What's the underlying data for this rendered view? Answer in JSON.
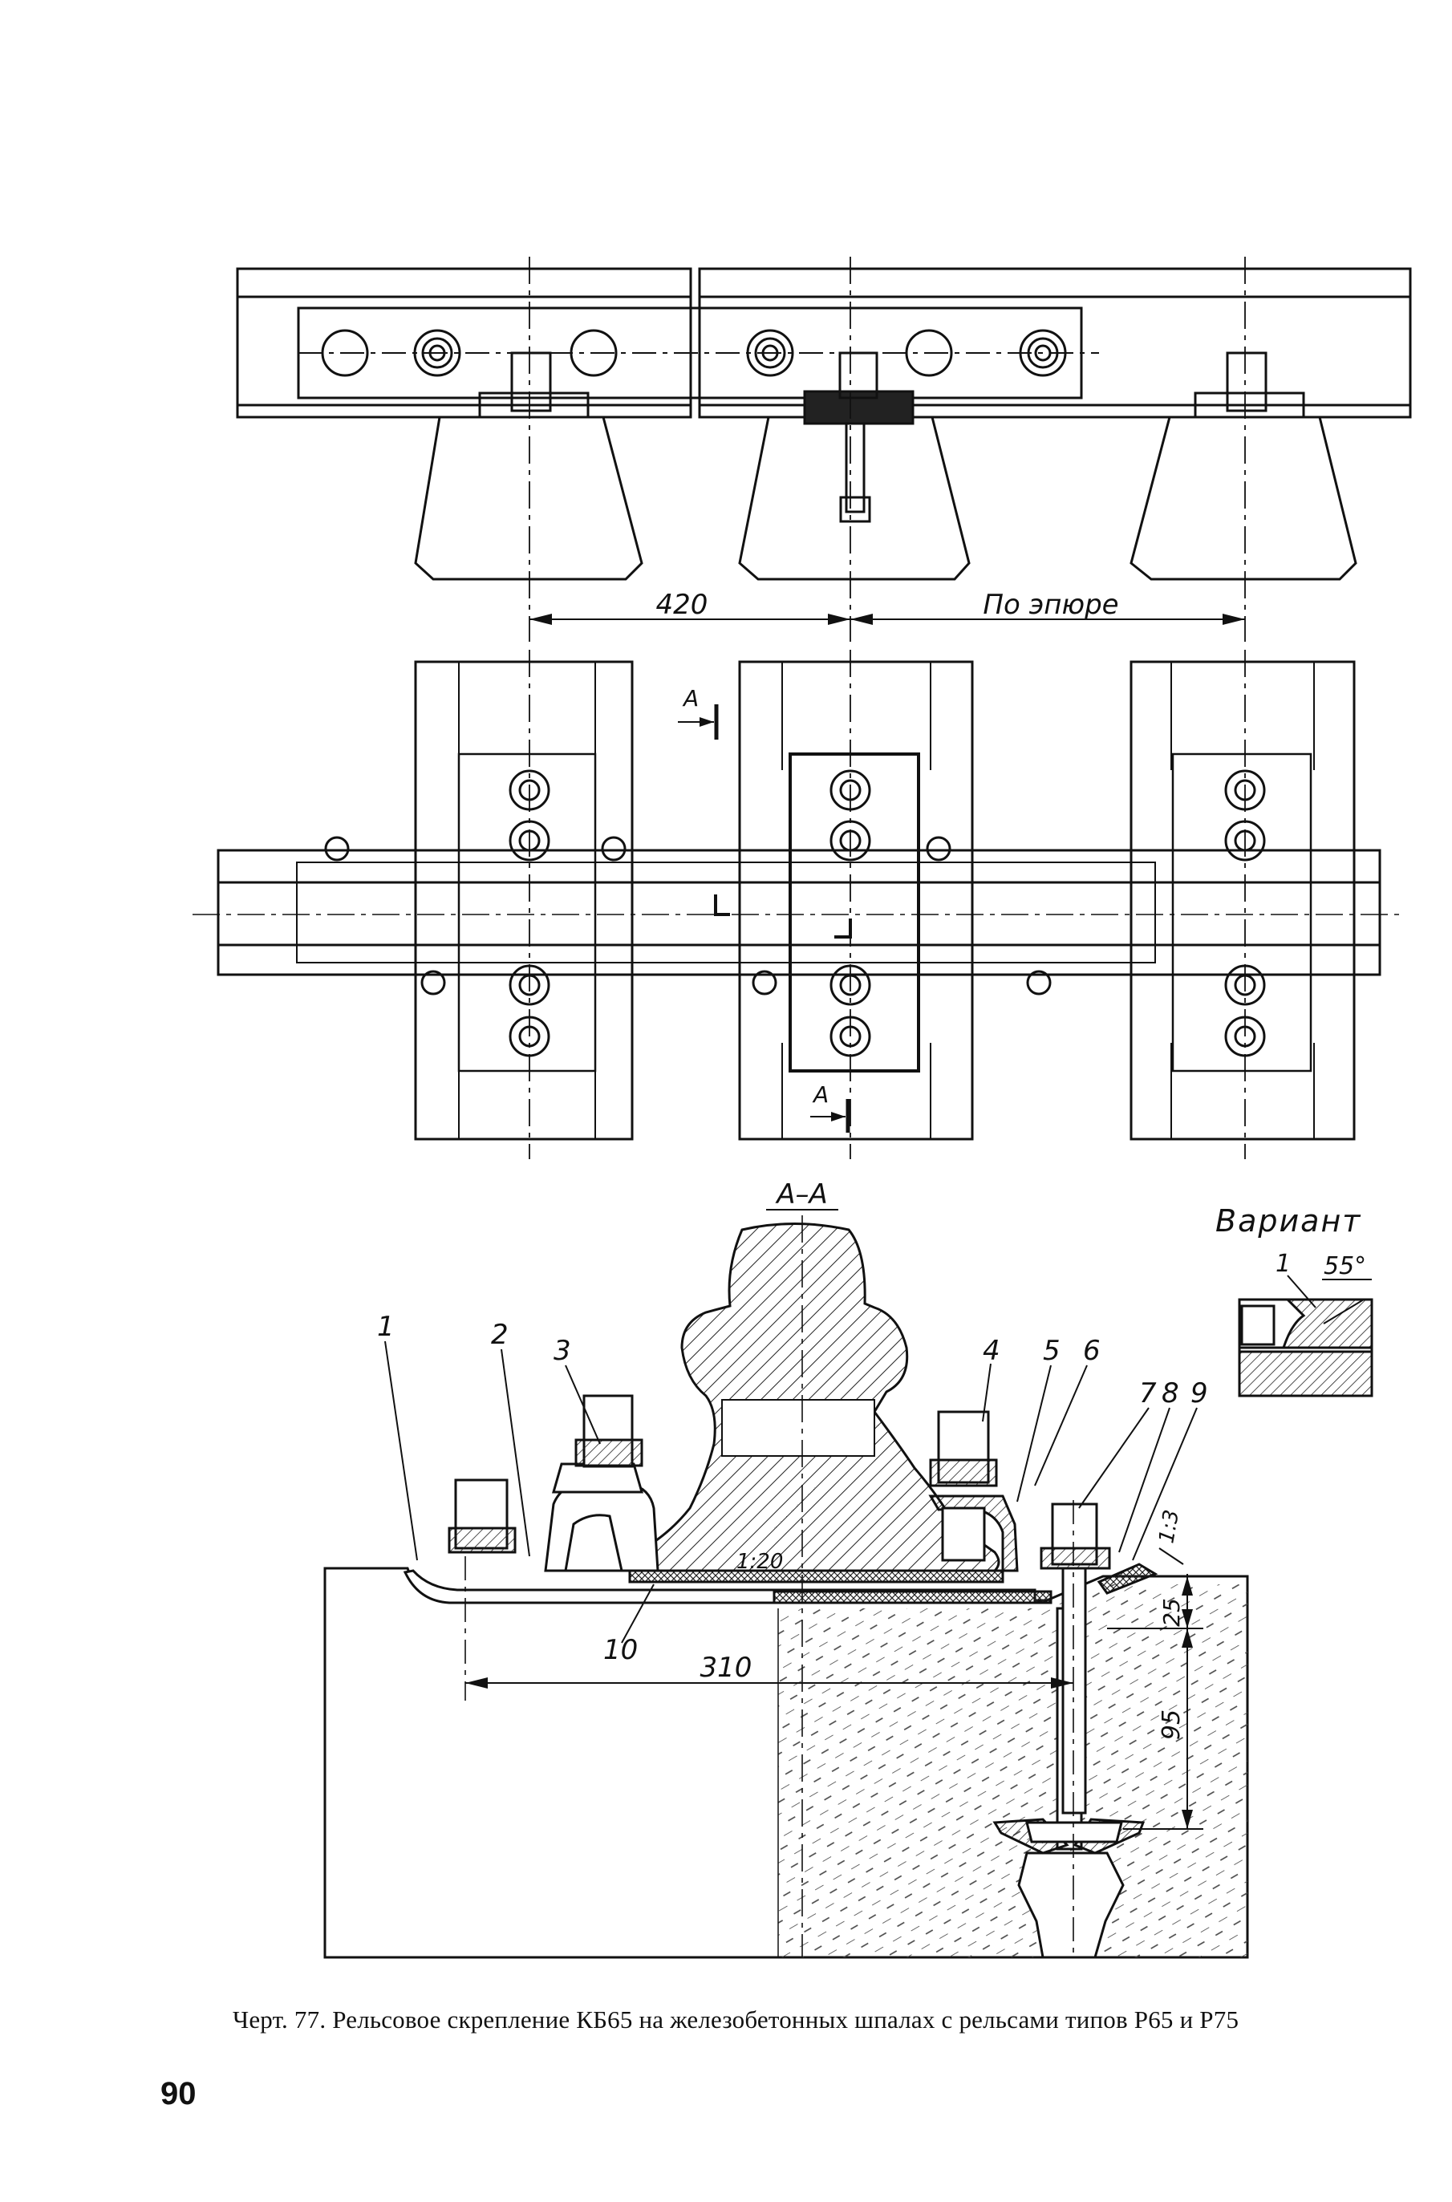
{
  "document": {
    "caption": "Черт. 77. Рельсовое скрепление КБ65 на железобетонных шпалах с рельсами типов Р65 и Р75",
    "page_number": "90"
  },
  "drawing": {
    "dimensions": {
      "sleeper_spacing": "420",
      "sleeper_spacing_2": "По эпюре",
      "bolt_offset": "310",
      "pad_thickness": "25",
      "anchor_depth": "95"
    },
    "section_marker": "А",
    "section_title": "А–А",
    "slope_rail": "1:20",
    "slope_clip": "1:3",
    "variant": {
      "title": "Вариант",
      "part_label": "1",
      "angle": "55°"
    },
    "part_labels": [
      "1",
      "2",
      "3",
      "4",
      "5",
      "6",
      "7",
      "8",
      "9",
      "10"
    ]
  }
}
